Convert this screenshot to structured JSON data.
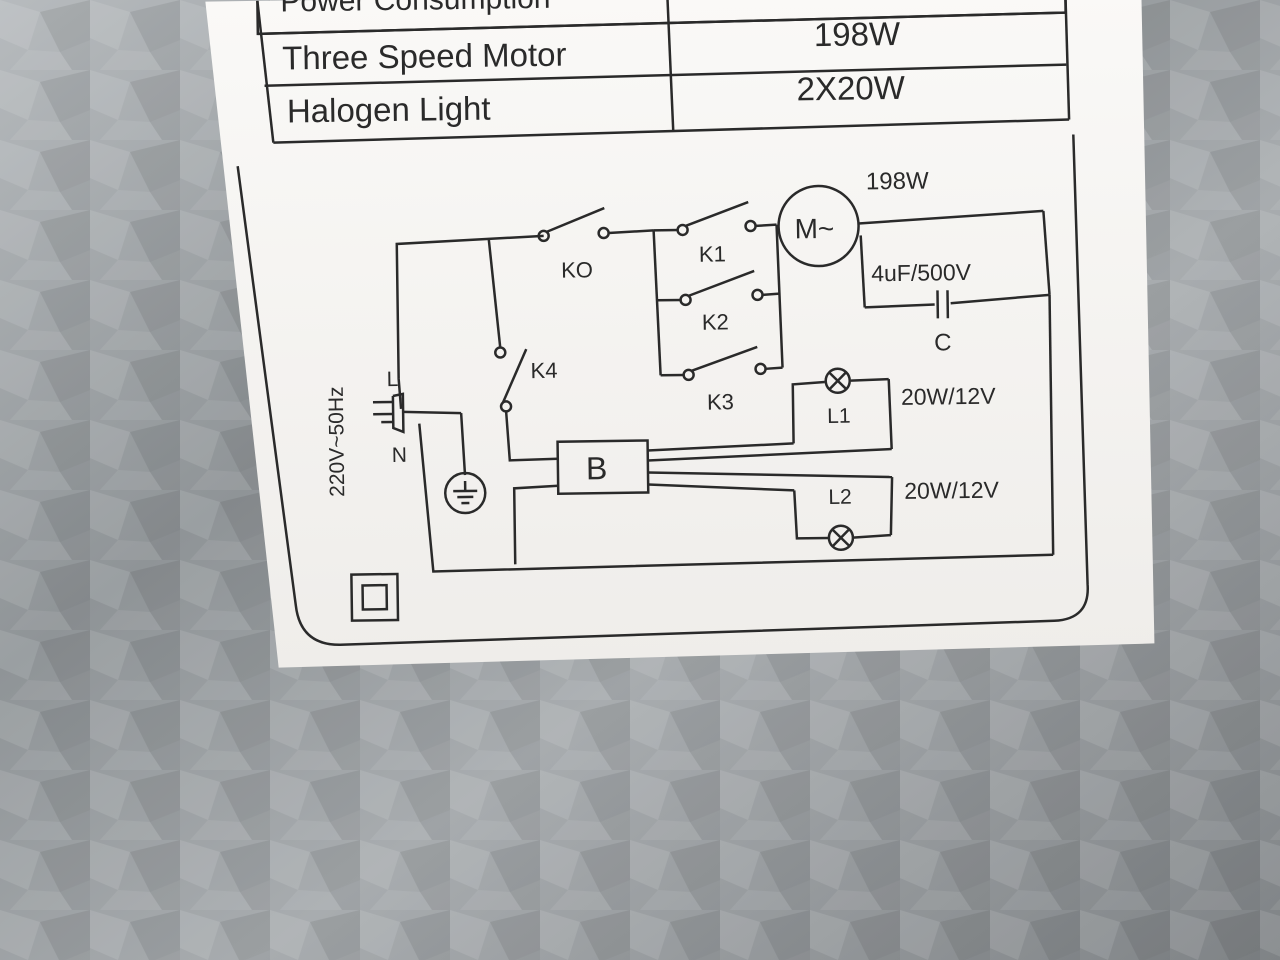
{
  "spec_table": {
    "header_row": {
      "label": "Power Consumption",
      "value": ""
    },
    "rows": [
      {
        "label": "Three Speed Motor",
        "value": "198W"
      },
      {
        "label": "Halogen Light",
        "value": "2X20W"
      }
    ]
  },
  "diagram": {
    "supply": "220V~50Hz",
    "live": "L",
    "neutral": "N",
    "switch_k0": "KO",
    "switch_k1": "K1",
    "switch_k2": "K2",
    "switch_k3": "K3",
    "switch_k4": "K4",
    "motor_symbol": "M~",
    "motor_power": "198W",
    "capacitor_rating": "4uF/500V",
    "capacitor_label": "C",
    "transformer_label": "B",
    "lamp1_label": "L1",
    "lamp1_rating": "20W/12V",
    "lamp2_label": "L2",
    "lamp2_rating": "20W/12V"
  },
  "colors": {
    "metal_background": "#9a9ea1",
    "label_paper": "#f6f4f1",
    "ink": "#2a2a2a"
  }
}
